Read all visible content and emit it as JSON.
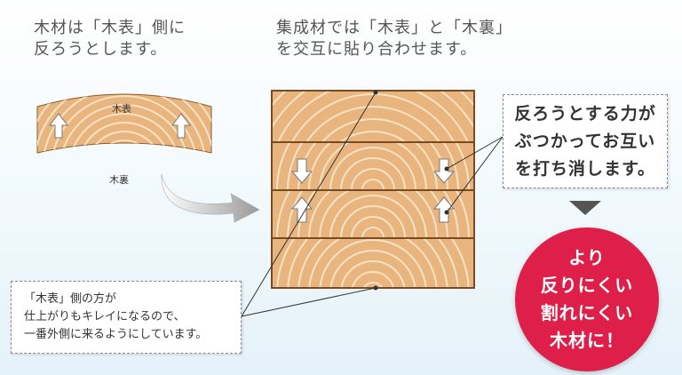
{
  "left_heading": [
    "木材は「木表」側に",
    "反ろうとします。"
  ],
  "right_heading": [
    "集成材では「木表」と「木裏」",
    "を交互に貼り合わせます。"
  ],
  "labels": {
    "face": "木表",
    "back": "木裏"
  },
  "callout_right": [
    "反ろうとする力が",
    "ぶつかってお互い",
    "を打ち消します。"
  ],
  "callout_left": [
    "「木表」側の方が",
    "仕上がりもキレイになるので、",
    "一番外側に来るようにしています。"
  ],
  "badge": [
    "より",
    "反りにくい",
    "割れにくい",
    "木材に！"
  ],
  "colors": {
    "wood": "#e8b57f",
    "wood_line": "#f8e2c4",
    "wood_border": "#7a4a22",
    "badge": "#de1f4a"
  }
}
